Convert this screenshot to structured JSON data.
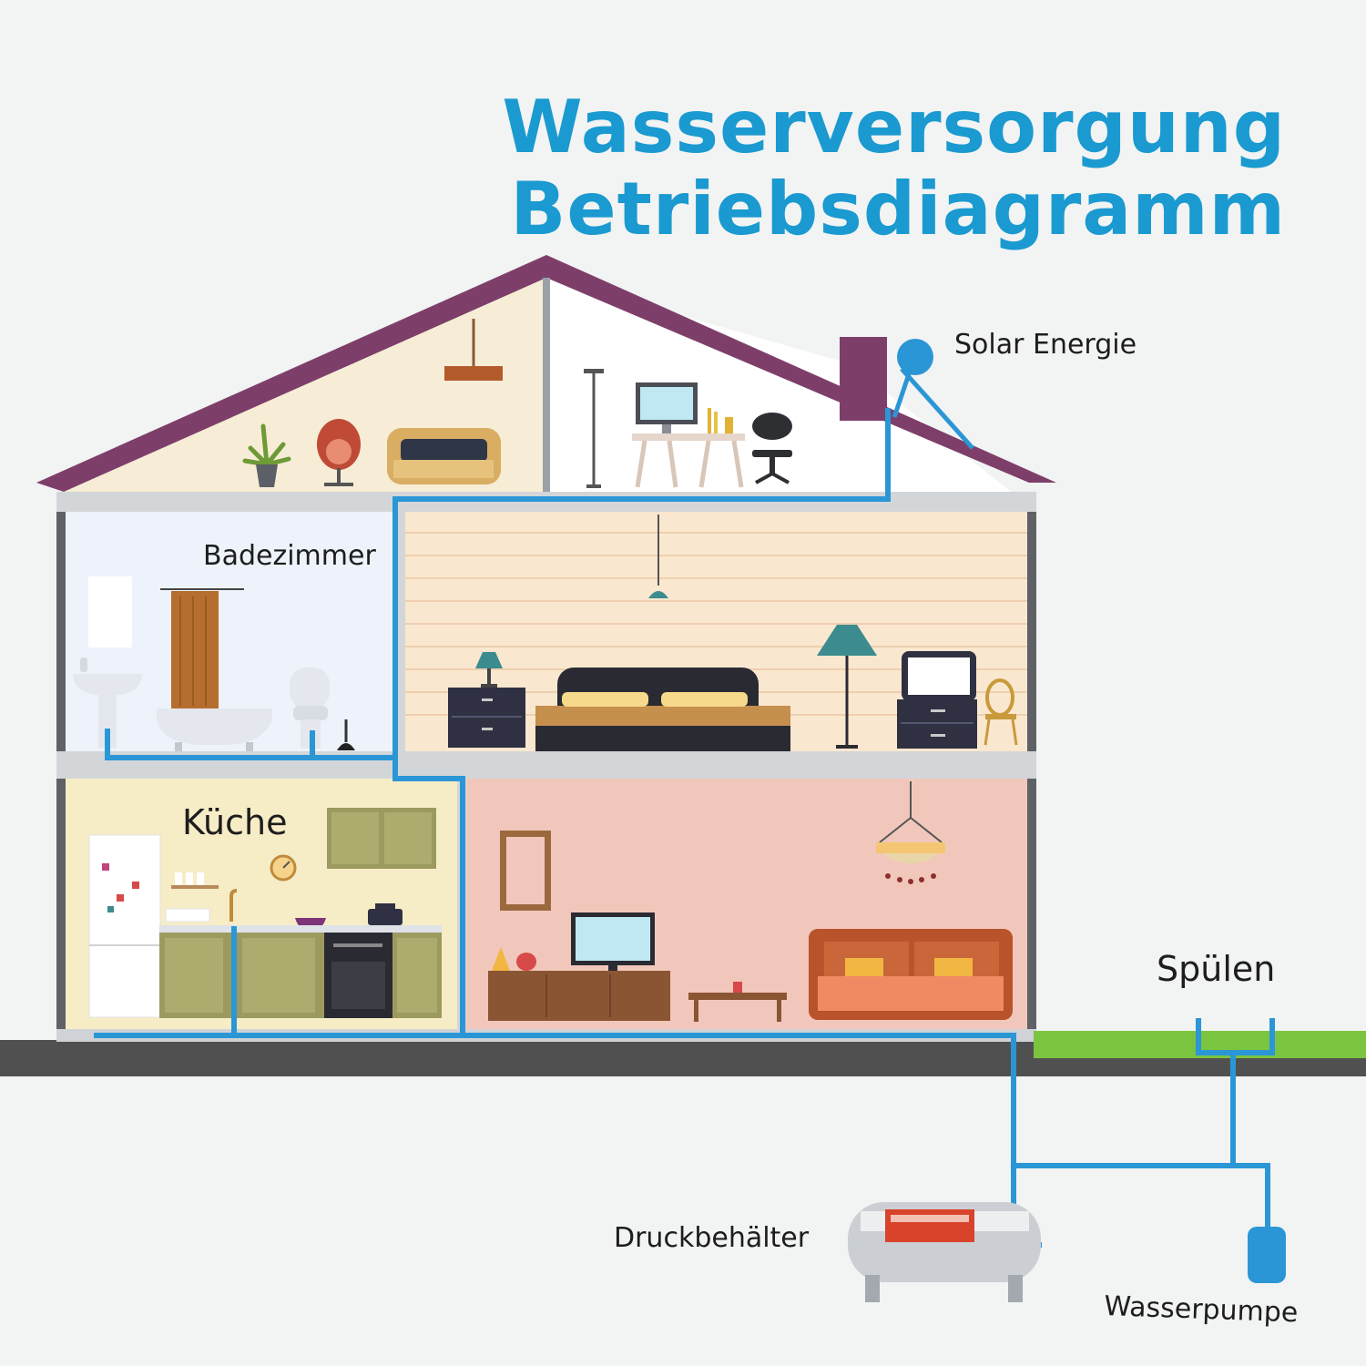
{
  "title": {
    "line1": "Wasserversorgung",
    "line2": "Betriebsdiagramm"
  },
  "labels": {
    "solar": "Solar Energie",
    "bathroom": "Badezimmer",
    "kitchen": "Küche",
    "flush": "Spülen",
    "pressure_tank": "Druckbehälter",
    "water_pump": "Wasserpumpe"
  },
  "colors": {
    "title": "#1a9ad0",
    "pipe": "#2b96d6",
    "roof": "#7d3f6a",
    "ground": "#505050",
    "grass": "#7bc43f"
  }
}
